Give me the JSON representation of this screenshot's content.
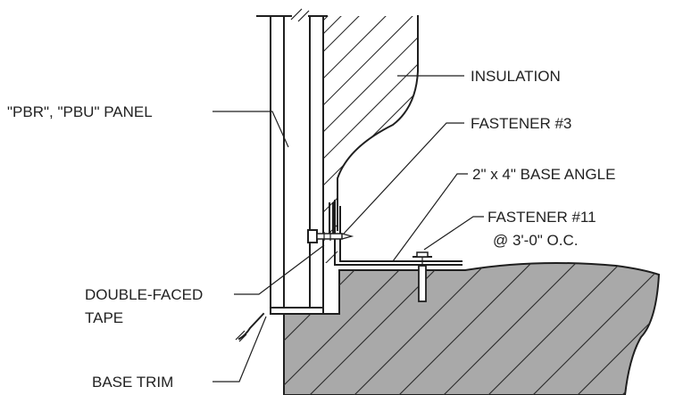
{
  "diagram": {
    "labels": {
      "insulation": "INSULATION",
      "panel": "\"PBR\", \"PBU\" PANEL",
      "fastener3": "FASTENER #3",
      "base_angle": "2\" x 4\" BASE ANGLE",
      "fastener11_line1": "FASTENER #11",
      "fastener11_line2": "@ 3'-0\" O.C.",
      "tape_line1": "DOUBLE-FACED",
      "tape_line2": "TAPE",
      "base_trim": "BASE TRIM"
    },
    "colors": {
      "line": "#1f1f1f",
      "concrete_fill": "#a9a9a9",
      "insulation_fill": "#ffffff",
      "background": "#ffffff"
    }
  }
}
